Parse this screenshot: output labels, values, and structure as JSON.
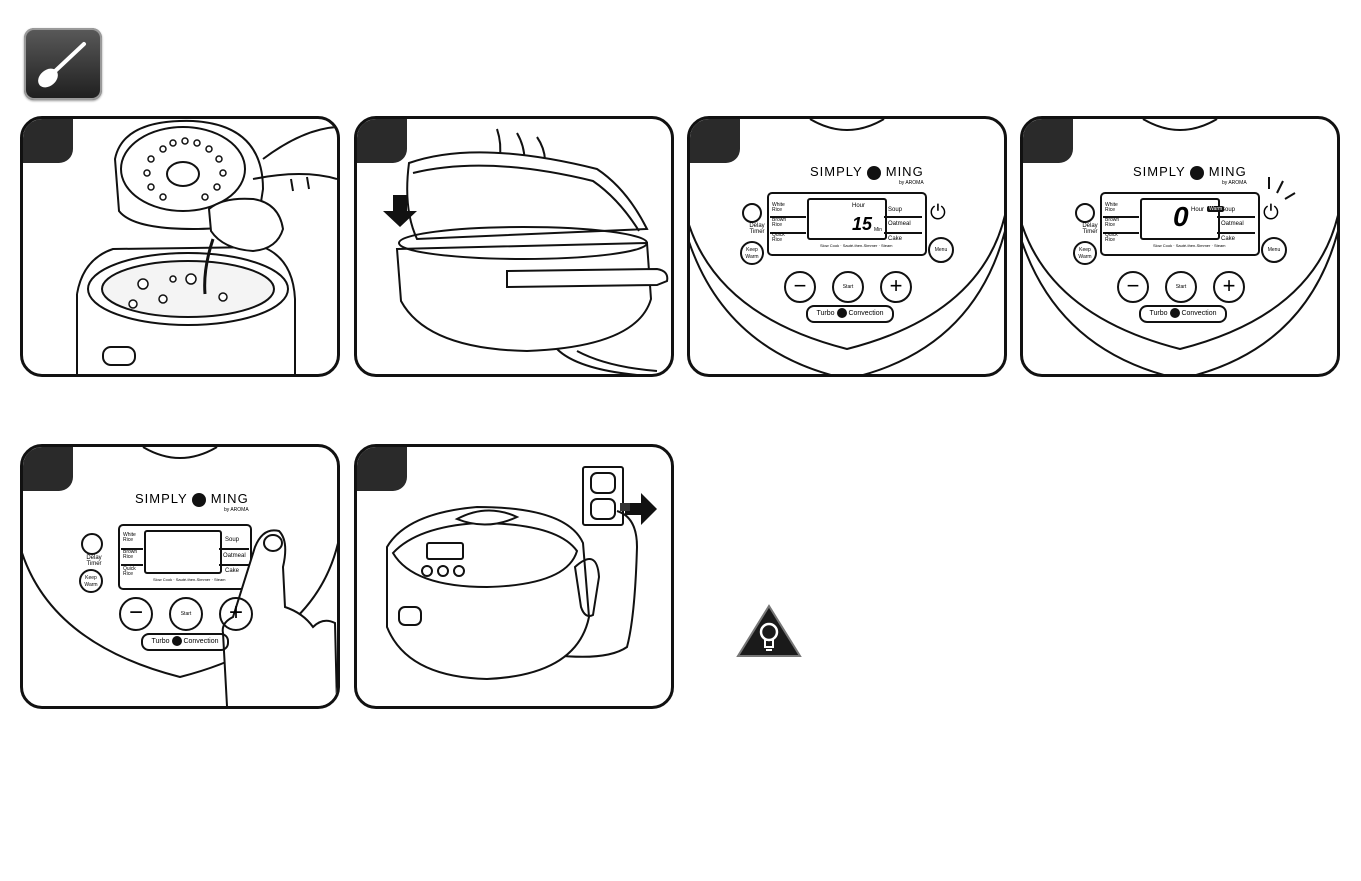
{
  "header": {
    "icon": "spoon-icon"
  },
  "panel": {
    "brand": "SIMPLY",
    "brand_suffix": "MING",
    "brand_by": "by AROMA",
    "labels": {
      "delay_timer": "Delay Timer",
      "keep": "Keep",
      "warm": "Warm",
      "white": "White",
      "rice": "Rice",
      "brown": "Brown",
      "quick": "Quick",
      "soup": "Soup",
      "oatmeal": "Oatmeal",
      "cake": "Cake",
      "slow_cook": "Slow Cook",
      "saute": "Sauté-then-Simmer",
      "steam": "Steam",
      "menu": "Menu",
      "start": "Start",
      "turbo": "Turbo",
      "convection": "Convection",
      "hour": "Hour",
      "min": "Min"
    },
    "display_step3": "15",
    "display_step4": "0",
    "warm_badge": "Warm"
  },
  "tip": {
    "icon": "lightbulb-icon"
  }
}
